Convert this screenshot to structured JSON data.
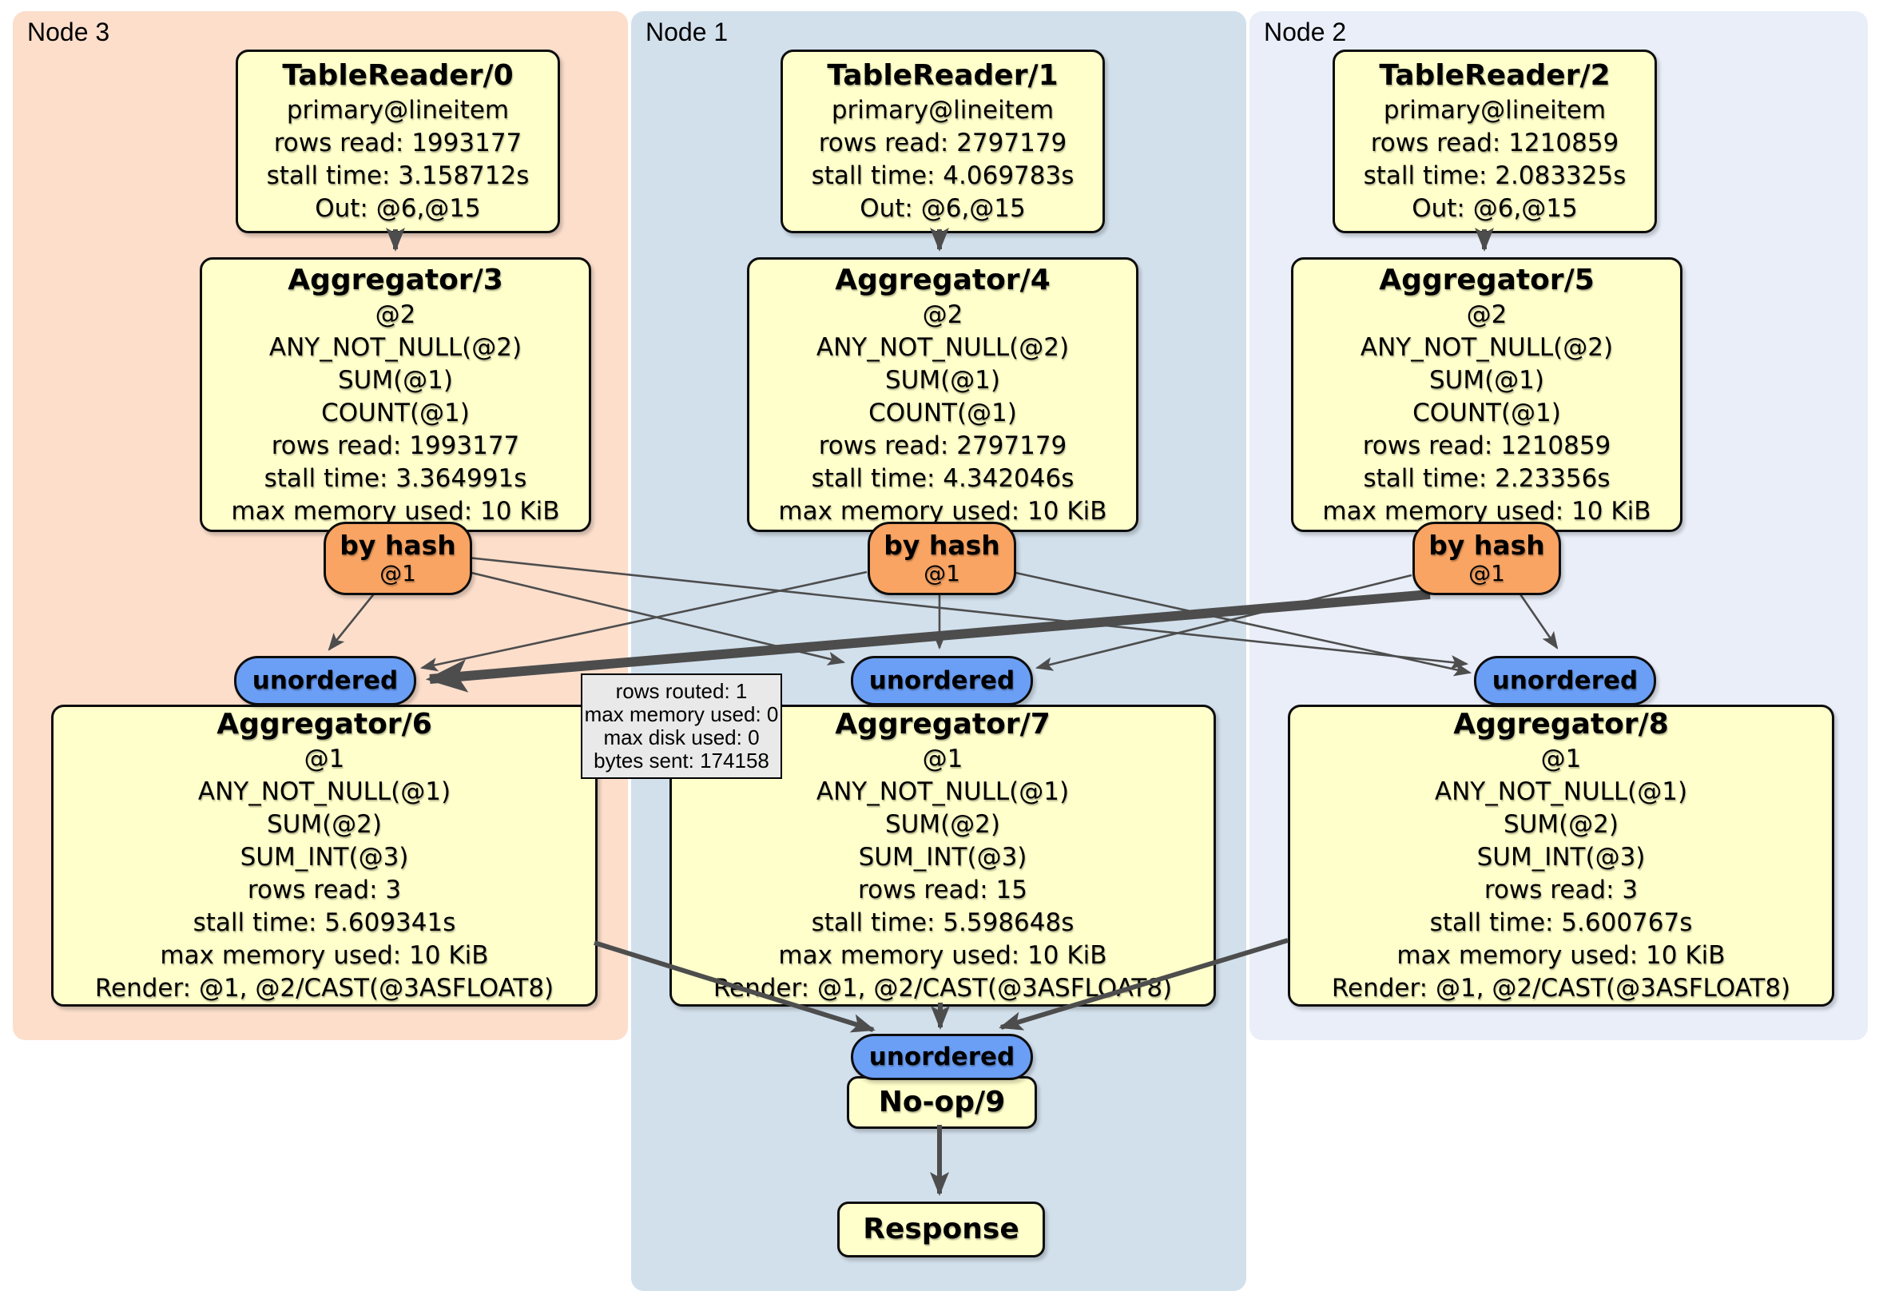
{
  "regions": {
    "node3": {
      "label": "Node 3"
    },
    "node1": {
      "label": "Node 1"
    },
    "node2": {
      "label": "Node 2"
    }
  },
  "boxes": {
    "tr0": {
      "title": "TableReader/0",
      "lines": [
        "primary@lineitem",
        "rows read: 1993177",
        "stall time: 3.158712s",
        "Out: @6,@15"
      ]
    },
    "tr1": {
      "title": "TableReader/1",
      "lines": [
        "primary@lineitem",
        "rows read: 2797179",
        "stall time: 4.069783s",
        "Out: @6,@15"
      ]
    },
    "tr2": {
      "title": "TableReader/2",
      "lines": [
        "primary@lineitem",
        "rows read: 1210859",
        "stall time: 2.083325s",
        "Out: @6,@15"
      ]
    },
    "agg3": {
      "title": "Aggregator/3",
      "lines": [
        "@2",
        "ANY_NOT_NULL(@2)",
        "SUM(@1)",
        "COUNT(@1)",
        "rows read: 1993177",
        "stall time: 3.364991s",
        "max memory used: 10 KiB"
      ]
    },
    "agg4": {
      "title": "Aggregator/4",
      "lines": [
        "@2",
        "ANY_NOT_NULL(@2)",
        "SUM(@1)",
        "COUNT(@1)",
        "rows read: 2797179",
        "stall time: 4.342046s",
        "max memory used: 10 KiB"
      ]
    },
    "agg5": {
      "title": "Aggregator/5",
      "lines": [
        "@2",
        "ANY_NOT_NULL(@2)",
        "SUM(@1)",
        "COUNT(@1)",
        "rows read: 1210859",
        "stall time: 2.23356s",
        "max memory used: 10 KiB"
      ]
    },
    "agg6": {
      "title": "Aggregator/6",
      "lines": [
        "@1",
        "ANY_NOT_NULL(@1)",
        "SUM(@2)",
        "SUM_INT(@3)",
        "rows read: 3",
        "stall time: 5.609341s",
        "max memory used: 10 KiB",
        "Render: @1, @2/CAST(@3ASFLOAT8)"
      ]
    },
    "agg7": {
      "title": "Aggregator/7",
      "lines": [
        "@1",
        "ANY_NOT_NULL(@1)",
        "SUM(@2)",
        "SUM_INT(@3)",
        "rows read: 15",
        "stall time: 5.598648s",
        "max memory used: 10 KiB",
        "Render: @1, @2/CAST(@3ASFLOAT8)"
      ]
    },
    "agg8": {
      "title": "Aggregator/8",
      "lines": [
        "@1",
        "ANY_NOT_NULL(@1)",
        "SUM(@2)",
        "SUM_INT(@3)",
        "rows read: 3",
        "stall time: 5.600767s",
        "max memory used: 10 KiB",
        "Render: @1, @2/CAST(@3ASFLOAT8)"
      ]
    },
    "noop": {
      "title": "No-op/9"
    },
    "response": {
      "title": "Response"
    }
  },
  "router": {
    "label": "by hash",
    "sub": "@1"
  },
  "sync": {
    "label": "unordered"
  },
  "tooltip": {
    "lines": [
      "rows routed: 1",
      "max memory used: 0",
      "max disk used: 0",
      "bytes sent: 174158"
    ]
  },
  "colors": {
    "region_node3": "#fcdecb",
    "region_node1": "#d2e0ec",
    "region_node2": "#e9eef8",
    "plan_node_fill": "#ffffcb",
    "router_fill": "#f9a463",
    "sync_fill": "#6b9ff6",
    "tooltip_fill": "#e9e9e9",
    "edge": "#4d4d4d"
  }
}
